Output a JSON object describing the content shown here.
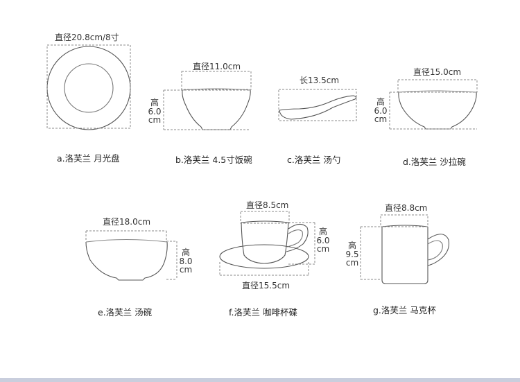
{
  "items": [
    {
      "caption": "a.洛芙兰 月光盘",
      "width_label": "直径20.8cm/8寸"
    },
    {
      "caption": "b.洛芙兰 4.5寸饭碗",
      "width_label": "直径11.0cm",
      "height_label": [
        "高",
        "6.0",
        "cm"
      ]
    },
    {
      "caption": "c.洛芙兰 汤勺",
      "width_label": "长13.5cm"
    },
    {
      "caption": "d.洛芙兰 沙拉碗",
      "width_label": "直径15.0cm",
      "height_label": [
        "高",
        "6.0",
        "cm"
      ]
    },
    {
      "caption": "e.洛芙兰 汤碗",
      "width_label": "直径18.0cm",
      "height_label": [
        "高",
        "8.0",
        "cm"
      ]
    },
    {
      "caption": "f.洛芙兰 咖啡杯碟",
      "width_label": "直径8.5cm",
      "height_label": [
        "高",
        "6.0",
        "cm"
      ],
      "saucer_label": "直径15.5cm"
    },
    {
      "caption": "g.洛芙兰 马克杯",
      "width_label": "直径8.8cm",
      "height_label": [
        "高",
        "9.5",
        "cm"
      ]
    }
  ]
}
